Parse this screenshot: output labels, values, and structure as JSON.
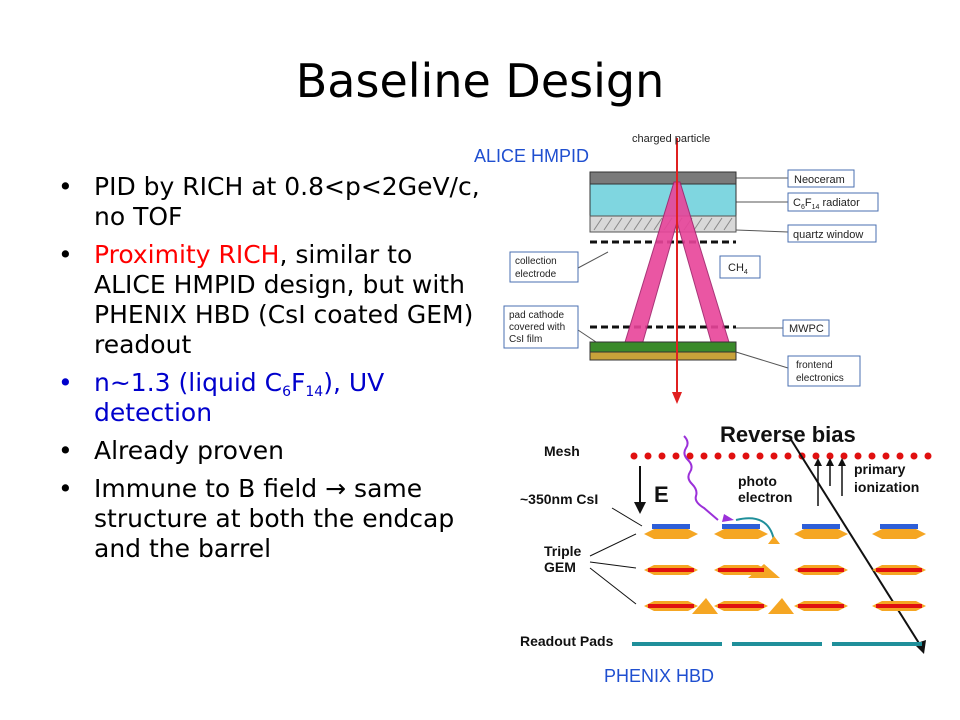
{
  "slide": {
    "title": "Baseline Design"
  },
  "bullets": [
    {
      "pre": "PID by RICH at 0.8<p<2GeV/c, no TOF"
    },
    {
      "red": "Proximity RICH",
      "rest": ", similar to ALICE HMPID design, but with PHENIX HBD (CsI coated GEM) readout"
    },
    {
      "pre": "n~1.3 (liquid C",
      "sub1": "6",
      "mid": "F",
      "sub2": "14",
      "post": "), UV detection"
    },
    {
      "pre": "Already proven"
    },
    {
      "pre": "Immune to B field ",
      "arrow": "→",
      "post": " same structure at both the endcap and the barrel"
    }
  ],
  "figures": {
    "hmpid": {
      "caption": "ALICE HMPID",
      "labels": {
        "charged_particle": "charged particle",
        "neoceram": "Neoceram",
        "radiator_pre": "C",
        "radiator_s1": "6",
        "radiator_mid": "F",
        "radiator_s2": "14",
        "radiator_post": " radiator",
        "quartz": "quartz window",
        "collection1": "collection",
        "collection2": "electrode",
        "ch_pre": "CH",
        "ch_sub": "4",
        "pad1": "pad cathode",
        "pad2": "covered with",
        "pad3": "CsI film",
        "mwpc": "MWPC",
        "frontend1": "frontend",
        "frontend2": "electronics"
      }
    },
    "hbd": {
      "caption": "PHENIX HBD",
      "labels": {
        "reverse_bias": "Reverse bias",
        "mesh": "Mesh",
        "e_field": "E",
        "photo1": "photo",
        "photo2": "electron",
        "primary1": "primary",
        "primary2": "ionization",
        "csi": "~350nm CsI",
        "triple1": "Triple",
        "triple2": "GEM",
        "readout": "Readout Pads"
      }
    }
  },
  "colors": {
    "caption_blue": "#1f4fd0",
    "cone_pink": "#e8449a",
    "track_red": "#e02020",
    "radiator_cyan": "#7fd6e0",
    "pad_green": "#3a8a2a",
    "gem_orange": "#f5a623",
    "gem_blue": "#2e5fd8",
    "readout_teal": "#1f8f9a"
  }
}
